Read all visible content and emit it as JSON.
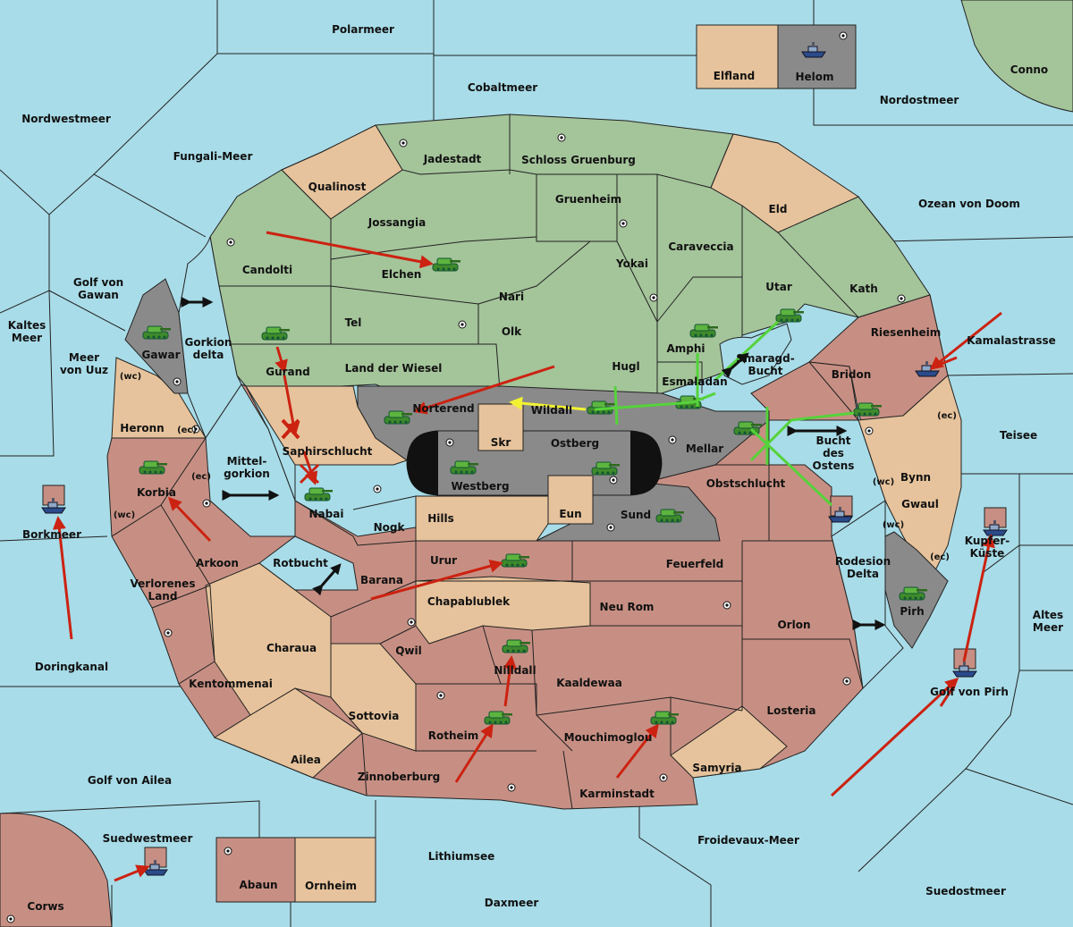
{
  "seas": {
    "polarmeer": "Polarmeer",
    "cobaltmeer": "Cobaltmeer",
    "nordwestmeer": "Nordwestmeer",
    "fungali": "Fungali-Meer",
    "nordostmeer": "Nordostmeer",
    "ozean_doom": "Ozean von Doom",
    "golf_gawan": "Golf von\nGawan",
    "kaltes_meer": "Kaltes\nMeer",
    "meer_uuz": "Meer\nvon Uuz",
    "gorkion_delta": "Gorkion\ndelta",
    "mittelgorkion": "Mittel-\ngorkion",
    "rotbucht": "Rotbucht",
    "smaragd": "Smaragd-\nBucht",
    "bucht_ostens": "Bucht\ndes\nOstens",
    "rodesion": "Rodesion\nDelta",
    "kamalastrasse": "Kamalastrasse",
    "teisee": "Teisee",
    "kupferkueste": "Kupfer-\nKüste",
    "altes_meer": "Altes\nMeer",
    "golf_pirh": "Golf von Pirh",
    "borkmeer": "Borkmeer",
    "doringkanal": "Doringkanal",
    "golf_ailea": "Golf von Ailea",
    "suedwestmeer": "Suedwestmeer",
    "lithiumsee": "Lithiumsee",
    "daxmeer": "Daxmeer",
    "froidevaux": "Froidevaux-Meer",
    "suedostmeer": "Suedostmeer"
  },
  "lands": {
    "elfland": "Elfland",
    "helom": "Helom",
    "conno": "Conno",
    "jadestadt": "Jadestadt",
    "schloss": "Schloss Gruenburg",
    "qualinost": "Qualinost",
    "gruenheim": "Gruenheim",
    "eld": "Eld",
    "jossangia": "Jossangia",
    "caraveccia": "Caraveccia",
    "candolti": "Candolti",
    "elchen": "Elchen",
    "yokai": "Yokai",
    "nari": "Nari",
    "utar": "Utar",
    "kath": "Kath",
    "tel": "Tel",
    "olk": "Olk",
    "amphi": "Amphi",
    "riesenheim": "Riesenheim",
    "gawar": "Gawar",
    "gurand": "Gurand",
    "land_wiesel": "Land der Wiesel",
    "hugl": "Hugl",
    "esmaladan": "Esmaladan",
    "bridon": "Bridon",
    "wc1": "(wc)",
    "heronn": "Heronn",
    "ec1": "(ec)",
    "norterend": "Norterend",
    "wildall": "Wildall",
    "ec2": "(ec)",
    "skr": "Skr",
    "ostberg": "Ostberg",
    "mellar": "Mellar",
    "saphir": "Saphirschlucht",
    "ec3": "(ec)",
    "korbia": "Korbia",
    "westberg": "Westberg",
    "obstschlucht": "Obstschlucht",
    "bynn": "Bynn",
    "wc2": "(wc)",
    "wc3": "(wc)",
    "nabai": "Nabai",
    "hills": "Hills",
    "eun": "Eun",
    "sund": "Sund",
    "gwaul": "Gwaul",
    "wc4": "(wc)",
    "nogk": "Nogk",
    "arkoon": "Arkoon",
    "ec4": "(ec)",
    "urur": "Urur",
    "feuerfeld": "Feuerfeld",
    "barana": "Barana",
    "verlorenes": "Verlorenes\nLand",
    "chapablublek": "Chapablublek",
    "neu_rom": "Neu Rom",
    "orlon": "Orlon",
    "pirh": "Pirh",
    "charaua": "Charaua",
    "qwil": "Qwil",
    "nilldall": "Nilldall",
    "kaaldewaa": "Kaaldewaa",
    "kentommenai": "Kentommenai",
    "losteria": "Losteria",
    "sottovia": "Sottovia",
    "rotheim": "Rotheim",
    "mouchimoglou": "Mouchimoglou",
    "ailea": "Ailea",
    "samyria": "Samyria",
    "zinnoberburg": "Zinnoberburg",
    "karminstadt": "Karminstadt",
    "abaun": "Abaun",
    "ornheim": "Ornheim",
    "corws": "Corws"
  },
  "colors": {
    "sea": "#a8dce8",
    "pink": "#c78f83",
    "green": "#a4c49a",
    "neutral": "#e6c39c",
    "impassable": "#8a8a8a",
    "water_lake": "#a8dce8"
  },
  "icons": {
    "army": "tank-icon",
    "fleet": "ship-icon",
    "supply_center": "supply-center-icon"
  }
}
